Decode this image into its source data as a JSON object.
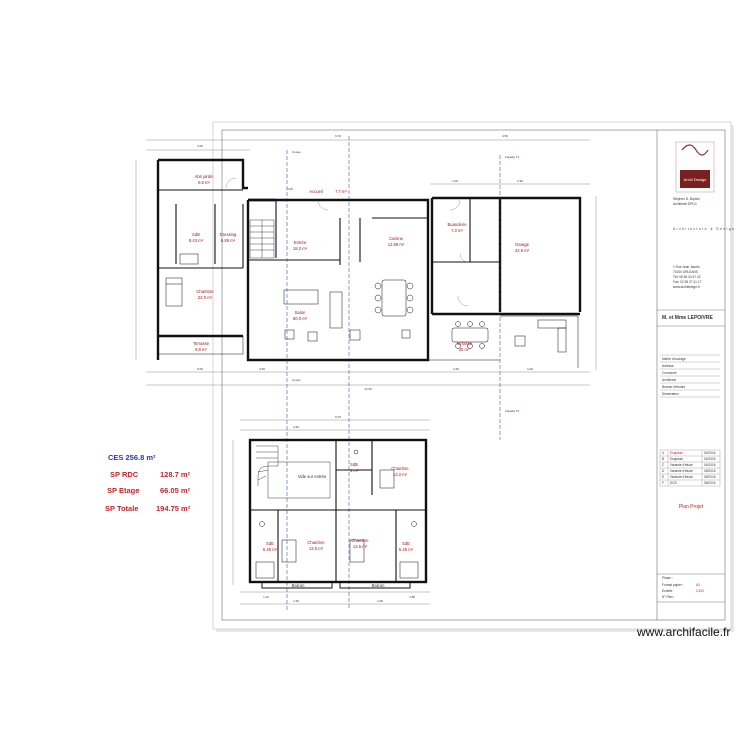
{
  "plan": {
    "ground_floor_rooms": [
      {
        "name": "Abri jardin",
        "area": "9.8 m²"
      },
      {
        "name": "SdB",
        "area": "8.43 m²"
      },
      {
        "name": "Dressing",
        "area": "6.85 m²"
      },
      {
        "name": "Entrée",
        "area": "18.2 m²"
      },
      {
        "name": "Accueil",
        "area": "7.7 m²"
      },
      {
        "name": "Cuisine",
        "area": "12.89 m²"
      },
      {
        "name": "Buanderie",
        "area": "7.3 m²"
      },
      {
        "name": "Garage",
        "area": "42.8 m²"
      },
      {
        "name": "Chambre",
        "area": "22.0 m²"
      },
      {
        "name": "Salon",
        "area": "60.0 m²"
      },
      {
        "name": "Terrasse",
        "area": "9.8 m²"
      },
      {
        "name": "Terrasse",
        "area": "30 m²"
      }
    ],
    "upper_floor_rooms": [
      {
        "name": "Vide sur entrée",
        "area": ""
      },
      {
        "name": "SdB",
        "area": "4 m²"
      },
      {
        "name": "Chambre",
        "area": "13.2 m²"
      },
      {
        "name": "SdE",
        "area": "5.45 m²"
      },
      {
        "name": "Chambre",
        "area": "13.5 m²"
      },
      {
        "name": "Chambre",
        "area": "13.5 m²"
      },
      {
        "name": "SdE",
        "area": "5.45 m²"
      },
      {
        "name": "Balcon",
        "area": ""
      },
      {
        "name": "Balcon",
        "area": ""
      }
    ],
    "section_labels": [
      "Coupe",
      "Coupe",
      "Coupe",
      "Façade T1",
      "Façade T4"
    ],
    "dimensions_top": [
      "4.00",
      "9.70",
      "4.20",
      "4.50",
      "1.00",
      "2.90"
    ],
    "dimensions_bottom": [
      "9.00",
      "3.60",
      "14.30",
      "2.60",
      "1.00"
    ],
    "upper_dimensions": [
      "9.70",
      "4.20",
      "1.60",
      "1.60",
      "1.10",
      "1.85"
    ]
  },
  "summary": {
    "ces": {
      "label": "CES 256.8 m²"
    },
    "sp_rdc": {
      "label": "SP RDC",
      "value": "128.7 m²"
    },
    "sp_etage": {
      "label": "SP Etage",
      "value": "66.05 m²"
    },
    "sp_totale": {
      "label": "SP Totale",
      "value": "194.75 m²"
    }
  },
  "title_block": {
    "logo_text": "Archi Design",
    "firm_line1": "Stephen D. Brydon",
    "firm_line2": "Architecte DPLG",
    "firm_tagline": "Architecture & Design",
    "contact_lines": [
      "1 Rue Jean Jaurès",
      "71000 ORLEANS",
      "Tél: 06 56 34 47 42",
      "Fax: 02 38 27 41 17",
      "www.archidesign.fr"
    ],
    "client": "M. et Mme LEPOIVRE",
    "fields": [
      "Maître d'ouvrage",
      "Adresse",
      "Commune",
      "Architecte",
      "Bureau d'études",
      "Dessinateur"
    ],
    "revisions": [
      {
        "index": "A",
        "label": "Esquisse",
        "date": "04/2016"
      },
      {
        "index": "B",
        "label": "Esquisse",
        "date": "04/2016"
      },
      {
        "index": "C",
        "label": "Variante d'étude",
        "date": "04/2016"
      },
      {
        "index": "D",
        "label": "Variante d'étude",
        "date": "05/2016"
      },
      {
        "index": "E",
        "label": "Variante d'étude",
        "date": "05/2016"
      },
      {
        "index": "F",
        "label": "DCE",
        "date": "06/2016"
      }
    ],
    "drawing_title": "Plan Projet",
    "format_label": "Format papier :",
    "format_value": "A3",
    "scale_label": "Echelle :",
    "scale_value": "1/100",
    "phase_label": "Phase :",
    "plan_no_label": "N° Plan :"
  },
  "watermark": "www.archifacile.fr",
  "colors": {
    "walls": "#111111",
    "room_text": "#a01818",
    "summary_red": "#c0262b",
    "summary_blue": "#2a3aa8",
    "section_blue": "#1a3a9a"
  }
}
